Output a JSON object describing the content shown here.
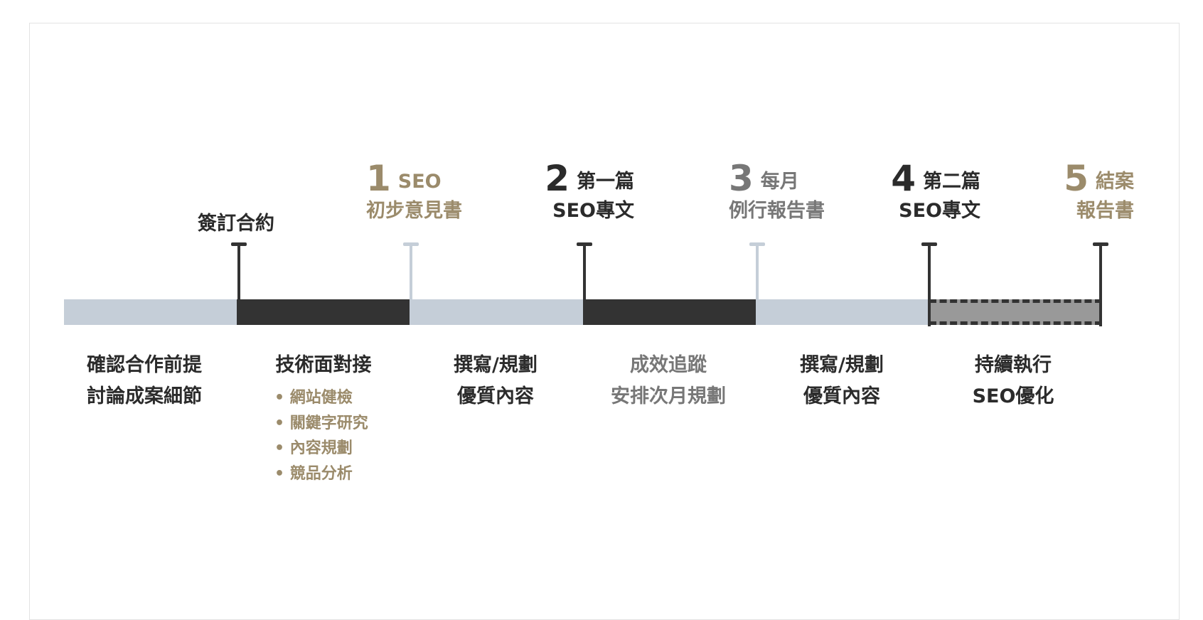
{
  "milestones": [
    {
      "label": "簽訂合約"
    },
    {
      "number": "1",
      "line1": "SEO",
      "line2": "初步意見書"
    },
    {
      "number": "2",
      "line1": "第一篇",
      "line2": "SEO專文"
    },
    {
      "number": "3",
      "line1": "每月",
      "line2": "例行報告書"
    },
    {
      "number": "4",
      "line1": "第二篇",
      "line2": "SEO專文"
    },
    {
      "number": "5",
      "line1": "結案",
      "line2": "報告書"
    }
  ],
  "phases": [
    {
      "line1": "確認合作前提",
      "line2": "討論成案細節"
    },
    {
      "line1": "技術面對接",
      "bullets": [
        "網站健檢",
        "關鍵字研究",
        "內容規劃",
        "競品分析"
      ]
    },
    {
      "line1": "撰寫/規劃",
      "line2": "優質內容"
    },
    {
      "line1": "成效追蹤",
      "line2": "安排次月規劃"
    },
    {
      "line1": "撰寫/規劃",
      "line2": "優質內容"
    },
    {
      "line1": "持續執行",
      "line2": "SEO優化"
    }
  ],
  "colors": {
    "gold": "#9b8b6b",
    "dark": "#333333",
    "light": "#c5ced8",
    "gray": "#777777"
  }
}
